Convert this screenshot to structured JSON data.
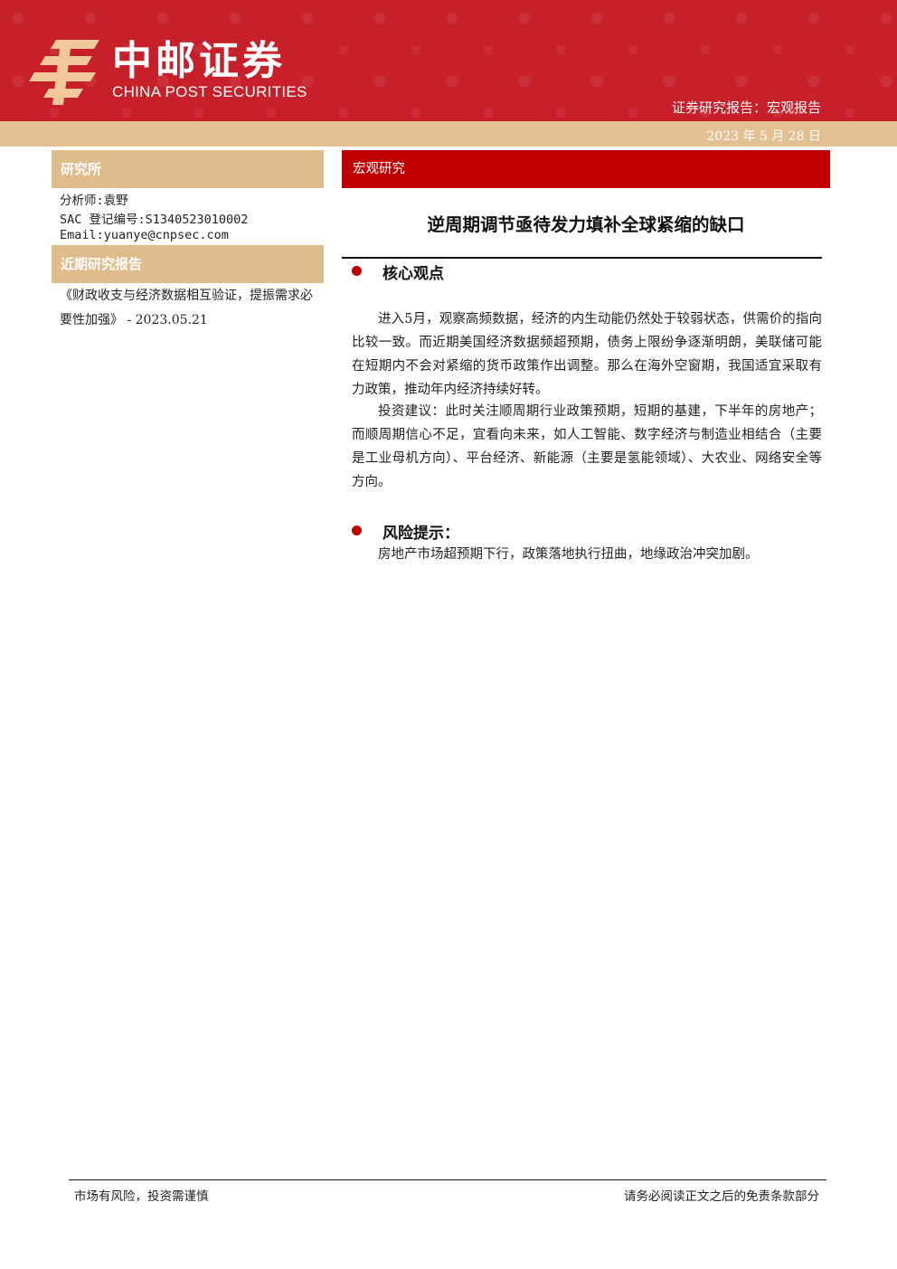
{
  "header": {
    "logo_cn": "中邮证券",
    "logo_en": "CHINA POST SECURITIES",
    "report_type": "证券研究报告：宏观报告",
    "date": "2023 年 5 月 28 日",
    "brand_color": "#c8202a"
  },
  "sidebar": {
    "research_title": "研究所",
    "analyst": "分析师:袁野",
    "sac": "SAC 登记编号:S1340523010002",
    "email": "Email:yuanye@cnpsec.com",
    "recent_title": "近期研究报告",
    "recent_report": "《财政收支与经济数据相互验证，提振需求必要性加强》 - 2023.05.21"
  },
  "main": {
    "section_banner": "宏观研究",
    "title": "逆周期调节亟待发力填补全球紧缩的缺口",
    "core_heading": "核心观点",
    "core_para1": "进入5月，观察高频数据，经济的内生动能仍然处于较弱状态，供需价的指向比较一致。而近期美国经济数据频超预期，债务上限纷争逐渐明朗，美联储可能在短期内不会对紧缩的货币政策作出调整。那么在海外空窗期，我国适宜采取有力政策，推动年内经济持续好转。",
    "core_para2": "投资建议：此时关注顺周期行业政策预期，短期的基建，下半年的房地产；而顺周期信心不足，宜看向未来，如人工智能、数字经济与制造业相结合（主要是工业母机方向）、平台经济、新能源（主要是氢能领域）、大农业、网络安全等方向。",
    "risk_heading": "风险提示：",
    "risk_para": "房地产市场超预期下行，政策落地执行扭曲，地缘政治冲突加剧。",
    "accent_color": "#c00000"
  },
  "footer": {
    "left": "市场有风险，投资需谨慎",
    "right": "请务必阅读正文之后的免责条款部分"
  }
}
